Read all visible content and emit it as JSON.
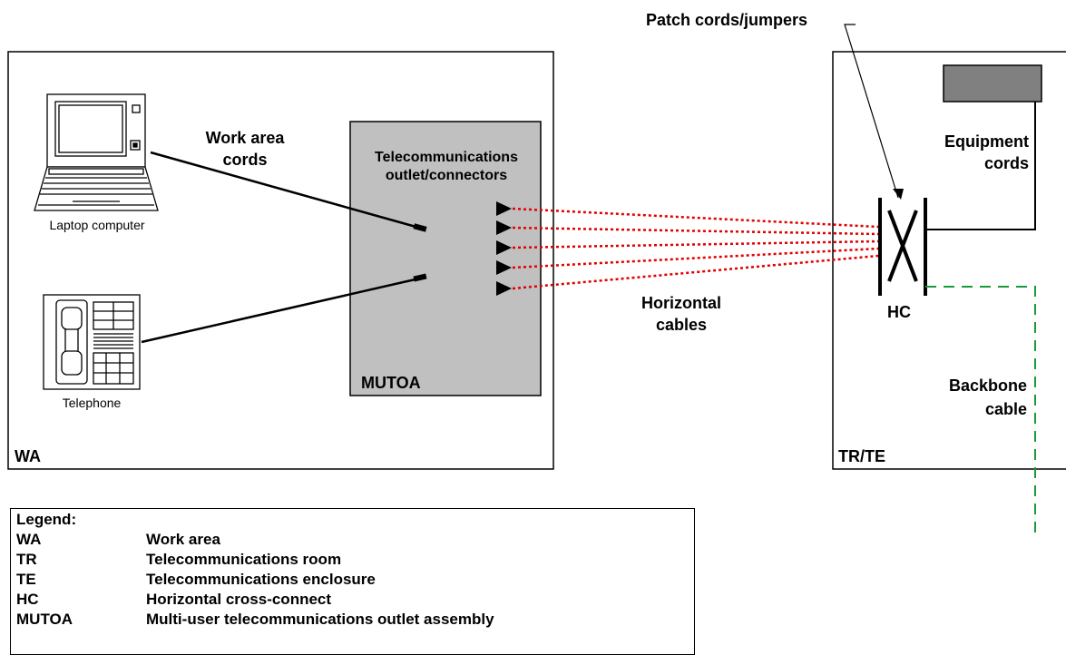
{
  "areas": {
    "wa": "WA",
    "trte": "TR/TE",
    "mutoa": "MUTOA",
    "hc": "HC"
  },
  "devices": {
    "laptop": "Laptop computer",
    "telephone": "Telephone"
  },
  "labels": {
    "work_area_cords": [
      "Work area",
      "cords"
    ],
    "outlet": [
      "Telecommunications",
      "outlet/connectors"
    ],
    "horizontal_cables": [
      "Horizontal",
      "cables"
    ],
    "patch_cords": "Patch cords/jumpers",
    "equipment_cords": [
      "Equipment",
      "cords"
    ],
    "backbone_cable": [
      "Backbone",
      "cable"
    ]
  },
  "legend": {
    "title": "Legend:",
    "entries": [
      {
        "abbr": "WA",
        "meaning": "Work area"
      },
      {
        "abbr": "TR",
        "meaning": "Telecommunications room"
      },
      {
        "abbr": "TE",
        "meaning": "Telecommunications enclosure"
      },
      {
        "abbr": "HC",
        "meaning": "Horizontal cross-connect"
      },
      {
        "abbr": "MUTOA",
        "meaning": "Multi-user telecommunications outlet assembly"
      }
    ]
  },
  "colors": {
    "horizontal_cable": "#e00000",
    "backbone_cable": "#1a9a3a",
    "mutoa_fill": "#c0c0c0",
    "equipment_fill": "#808080"
  }
}
